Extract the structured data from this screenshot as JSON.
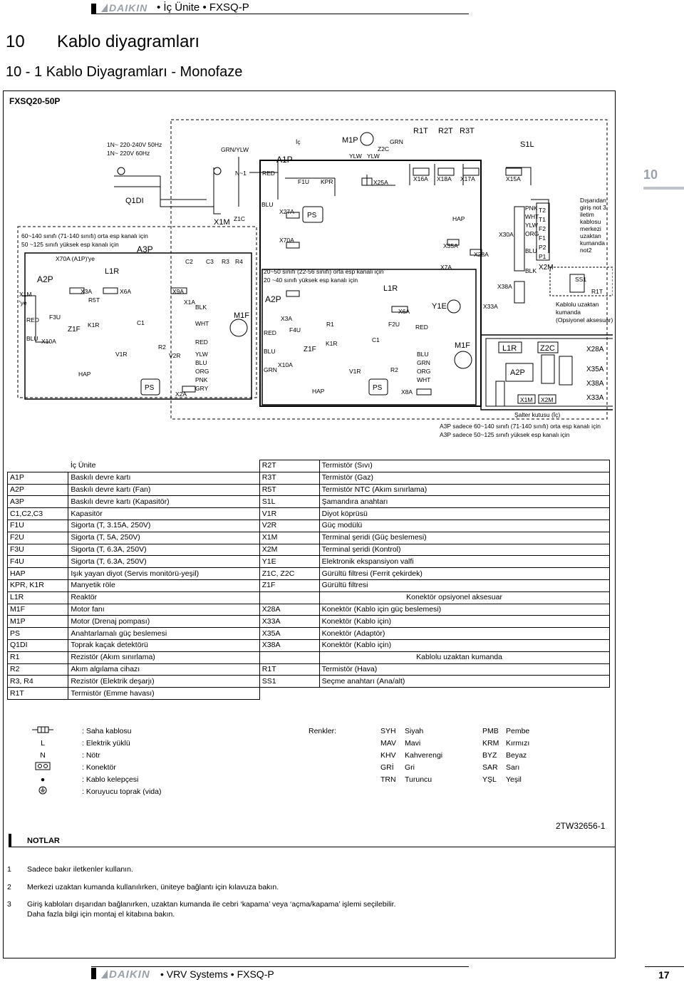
{
  "header": {
    "brand": "DAIKIN",
    "title": "• İç Ünite • FXSQ-P"
  },
  "chapter": {
    "number": "10",
    "title": "Kablo diyagramları"
  },
  "section": {
    "title": "10 - 1 Kablo Diyagramları - Monofaze"
  },
  "model": "FXSQ20-50P",
  "chapter_tab": "10",
  "diagram": {
    "power": [
      "1N~ 220-240V 50Hz",
      "1N~ 220V 60Hz"
    ],
    "note_a3p": [
      "60~140 sınıfı (71-140 sınıfı) orta esp kanalı için",
      "50 ~125 sınıfı yüksek esp kanalı için"
    ],
    "x70a_label": "X70A (A1P)'ye",
    "x1m_label": [
      "X1M",
      "'ye"
    ],
    "note_a2p": [
      "20~50 sınıfı (22-56 sınıfı) orta esp kanalı için",
      "20 ~40 sınıfı yüksek esp kanalı için"
    ],
    "outside_label": [
      "Dışarıdan",
      "giriş not 3",
      "iletim",
      "kablosu",
      "merkezi",
      "uzaktan",
      "kumanda",
      "not2"
    ],
    "remote_label": [
      "Kablolu uzaktan",
      "kumanda",
      "(Opsiyonel aksesuar)"
    ],
    "switchbox_label": "Şalter kutusu (İç)",
    "switchbox_notes": [
      "A3P sadece 60~140 sınıfı (71-140 sınıfı) orta esp kanalı için",
      "A3P sadece 50~125 sınıfı yüksek esp kanalı için"
    ],
    "labels": {
      "q1di": "Q1DI",
      "x1m": "X1M",
      "z1c": "Z1C",
      "a1p": "A1P",
      "ic": "İç",
      "m1p": "M1P",
      "grn_ylw": "GRN/YLW",
      "red": "RED",
      "blu": "BLU",
      "blk": "BLK",
      "ylw": "YLW",
      "grn": "GRN",
      "f1u": "F1U",
      "kpr": "KPR",
      "x25a": "X25A",
      "x27a": "X27A",
      "x70a": "X70A",
      "ps": "PS",
      "r1t": "R1T",
      "r2t": "R2T",
      "r3t": "R3T",
      "s1l": "S1L",
      "x16a": "X16A",
      "x18a": "X18A",
      "x17a": "X17A",
      "x15a": "X15A",
      "hap": "HAP",
      "x35a": "X35A",
      "x28a": "X28A",
      "x30a": "X30A",
      "x38a": "X38A",
      "x33a": "X33A",
      "x7a": "X7A",
      "y1e": "Y1E",
      "a2p": "A2P",
      "a3p": "A3P",
      "l1r": "L1R",
      "m1f": "M1F",
      "x3a": "X3A",
      "x6a": "X6A",
      "x9a": "X9A",
      "x1a": "X1A",
      "x2a": "X2A",
      "x10a": "X10A",
      "x8a": "X8A",
      "f2u": "F2U",
      "f3u": "F3U",
      "f4u": "F4U",
      "z1f": "Z1F",
      "k1r": "K1R",
      "r1": "R1",
      "r2": "R2",
      "v1r": "V1R",
      "v2r": "V2R",
      "c1": "C1",
      "c2": "C2",
      "c3": "C3",
      "r3": "R3",
      "r4": "R4",
      "r5t": "R5T",
      "x2m": "X2M",
      "ss1": "SS1",
      "z2c": "Z2C",
      "n1": "N~1"
    },
    "terminal_colors": [
      "PNK",
      "WHT",
      "YLW",
      "ORG",
      "BLU",
      "BLK"
    ],
    "terminals": [
      "T2",
      "T1",
      "F2",
      "F1",
      "P2",
      "P1"
    ],
    "motor_wires": [
      "BLK",
      "WHT",
      "RED",
      "YLW",
      "BLU",
      "ORG",
      "PNK",
      "GRY"
    ]
  },
  "legend": {
    "heading": "İç Ünite",
    "rows": [
      [
        "A1P",
        "Baskılı devre kartı",
        "R3T",
        "Termistör (Gaz)"
      ],
      [
        "A2P",
        "Baskılı devre kartı (Fan)",
        "R5T",
        "Termistör NTC (Akım sınırlama)"
      ],
      [
        "A3P",
        "Baskılı devre kartı (Kapasitör)",
        "S1L",
        "Şamandıra anahtarı"
      ],
      [
        "C1,C2,C3",
        "Kapasitör",
        "V1R",
        "Diyot köprüsü"
      ],
      [
        "F1U",
        "Sigorta (T, 3.15A, 250V)",
        "V2R",
        "Güç modülü"
      ],
      [
        "F2U",
        "Sigorta (T, 5A, 250V)",
        "X1M",
        "Terminal şeridi (Güç beslemesi)"
      ],
      [
        "F3U",
        "Sigorta (T, 6.3A, 250V)",
        "X2M",
        "Terminal şeridi (Kontrol)"
      ],
      [
        "F4U",
        "Sigorta (T, 6.3A, 250V)",
        "Y1E",
        "Elektronik ekspansiyon valfi"
      ],
      [
        "HAP",
        "Işık yayan diyot (Servis monitörü-yeşil)",
        "Z1C, Z2C",
        "Gürültü filtresi (Ferrit çekirdek)"
      ],
      [
        "KPR, K1R",
        "Manyetik röle",
        "Z1F",
        "Gürültü filtresi"
      ],
      [
        "L1R",
        "Reaktör",
        "",
        "Konektör opsiyonel aksesuar"
      ],
      [
        "M1F",
        "Motor fanı",
        "X28A",
        "Konektör (Kablo için güç beslemesi)"
      ],
      [
        "M1P",
        "Motor (Drenaj pompası)",
        "X33A",
        "Konektör (Kablo için)"
      ],
      [
        "PS",
        "Anahtarlamalı güç beslemesi",
        "X35A",
        "Konektör (Adaptör)"
      ],
      [
        "Q1DI",
        "Toprak kaçak detektörü",
        "X38A",
        "Konektör (Kablo için)"
      ],
      [
        "R1",
        "Rezistör (Akım sınırlama)",
        "",
        "Kablolu uzaktan kumanda"
      ],
      [
        "R2",
        "Akım algılama cihazı",
        "R1T",
        "Termistör (Hava)"
      ],
      [
        "R3, R4",
        "Rezistör (Elektrik deşarjı)",
        "SS1",
        "Seçme anahtarı (Ana/alt)"
      ],
      [
        "R1T",
        "Termistör (Emme havası)",
        "",
        ""
      ]
    ],
    "top_right": [
      "R2T",
      "Termistör (Sıvı)"
    ]
  },
  "symbols": [
    {
      "icon": "terminal-strip-icon",
      "text": ": Saha kablosu"
    },
    {
      "icon": "L",
      "text": ": Elektrik yüklü"
    },
    {
      "icon": "N",
      "text": ": Nötr"
    },
    {
      "icon": "connector-icon",
      "text": ": Konektör"
    },
    {
      "icon": "dot-icon",
      "text": ": Kablo kelepçesi"
    },
    {
      "icon": "ground-icon",
      "text": ": Koruyucu toprak (vida)"
    }
  ],
  "colors": {
    "heading": "Renkler:",
    "left": [
      [
        "SYH",
        "Siyah"
      ],
      [
        "MAV",
        "Mavi"
      ],
      [
        "KHV",
        "Kahverengi"
      ],
      [
        "GRİ",
        "Gri"
      ],
      [
        "TRN",
        "Turuncu"
      ]
    ],
    "right": [
      [
        "PMB",
        "Pembe"
      ],
      [
        "KRM",
        "Kırmızı"
      ],
      [
        "BYZ",
        "Beyaz"
      ],
      [
        "SAR",
        "Sarı"
      ],
      [
        "YŞL",
        "Yeşil"
      ]
    ]
  },
  "doc_number": "2TW32656-1",
  "notes": {
    "title": "NOTLAR",
    "items": [
      {
        "n": "1",
        "lines": [
          "Sadece bakır iletkenler kullanın."
        ]
      },
      {
        "n": "2",
        "lines": [
          "Merkezi uzaktan kumanda kullanılırken, üniteye bağlantı için kılavuza bakın."
        ]
      },
      {
        "n": "3",
        "lines": [
          "Giriş kabloları dışarıdan bağlanırken, uzaktan kumanda ile cebri ‘kapama’ veya ‘açma/kapama’ işlemi seçilebilir.",
          "Daha fazla bilgi için montaj el kitabına bakın."
        ]
      }
    ]
  },
  "footer": {
    "brand": "DAIKIN",
    "title": "• VRV Systems • FXSQ-P",
    "page": "17"
  },
  "accent_color": "#9aa1a8"
}
